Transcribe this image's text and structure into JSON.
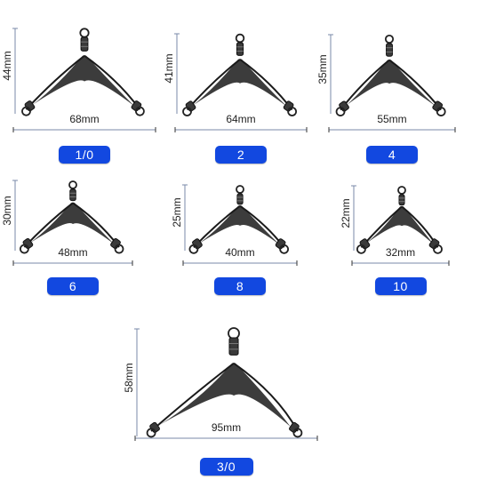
{
  "products": [
    {
      "height_label": "44mm",
      "width_label": "68mm",
      "size_label": "1/0"
    },
    {
      "height_label": "41mm",
      "width_label": "64mm",
      "size_label": "2"
    },
    {
      "height_label": "35mm",
      "width_label": "55mm",
      "size_label": "4"
    },
    {
      "height_label": "30mm",
      "width_label": "48mm",
      "size_label": "6"
    },
    {
      "height_label": "25mm",
      "width_label": "40mm",
      "size_label": "8"
    },
    {
      "height_label": "22mm",
      "width_label": "32mm",
      "size_label": "10"
    },
    {
      "height_label": "58mm",
      "width_label": "95mm",
      "size_label": "3/0"
    }
  ],
  "colors": {
    "badge": "#1248e0",
    "badge_text": "#ffffff",
    "rig": "#2b2b2b",
    "dimension_line": "#7a8aa8"
  }
}
